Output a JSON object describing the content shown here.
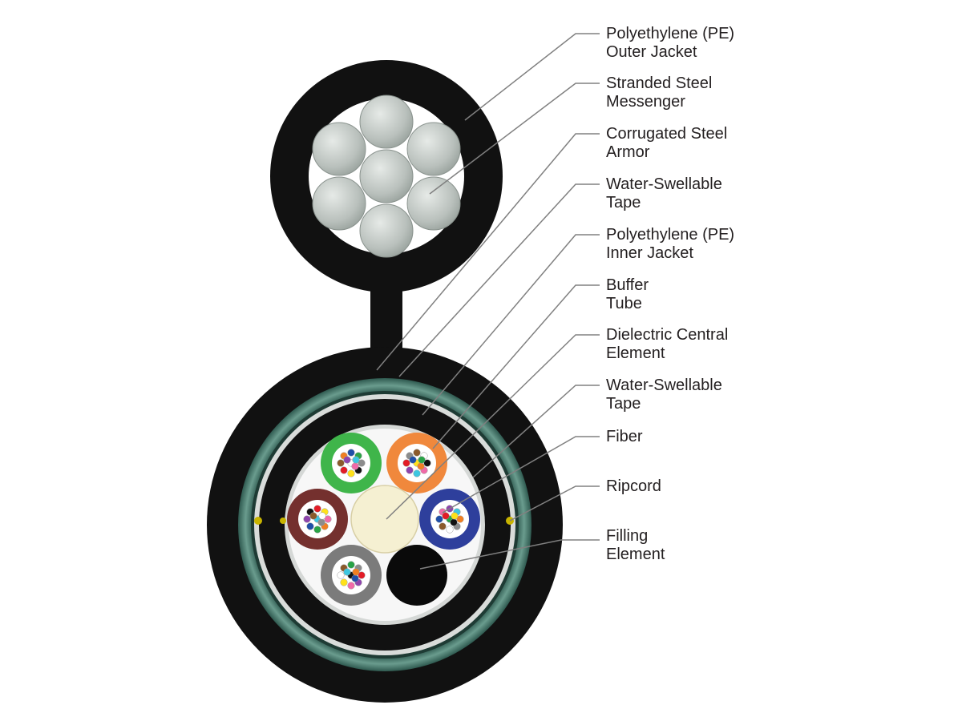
{
  "labels": [
    {
      "id": "outer-jacket",
      "line1": "Polyethylene (PE)",
      "line2": "Outer Jacket"
    },
    {
      "id": "steel-messenger",
      "line1": "Stranded Steel",
      "line2": "Messenger"
    },
    {
      "id": "steel-armor",
      "line1": "Corrugated Steel",
      "line2": "Armor"
    },
    {
      "id": "water-tape-outer",
      "line1": "Water-Swellable",
      "line2": "Tape"
    },
    {
      "id": "inner-jacket",
      "line1": "Polyethylene (PE)",
      "line2": "Inner Jacket"
    },
    {
      "id": "buffer-tube",
      "line1": "Buffer",
      "line2": "Tube"
    },
    {
      "id": "central-element",
      "line1": "Dielectric Central",
      "line2": "Element"
    },
    {
      "id": "water-tape-inner",
      "line1": "Water-Swellable",
      "line2": "Tape"
    },
    {
      "id": "fiber",
      "line1": "Fiber",
      "line2": ""
    },
    {
      "id": "ripcord",
      "line1": "Ripcord",
      "line2": ""
    },
    {
      "id": "filling-element",
      "line1": "Filling",
      "line2": "Element"
    }
  ],
  "colors": {
    "jacket": "#111111",
    "armor": "#3e6e62",
    "steel_wire": "#c2c8c4",
    "central_element": "#f5f0d2",
    "tube_green": "#3fb54a",
    "tube_orange": "#f0883c",
    "tube_blue": "#2e3f9c",
    "tube_brown": "#74302e",
    "tube_gray": "#7b7b7b",
    "leader_line": "#808080"
  },
  "fiber_colors": [
    "#1f4fa8",
    "#f07f22",
    "#2aa347",
    "#8b5a2b",
    "#8c8c8c",
    "#ffffff",
    "#e21c26",
    "#111111",
    "#ffe11a",
    "#8e44ad",
    "#f06aa8",
    "#3ec6e0"
  ]
}
